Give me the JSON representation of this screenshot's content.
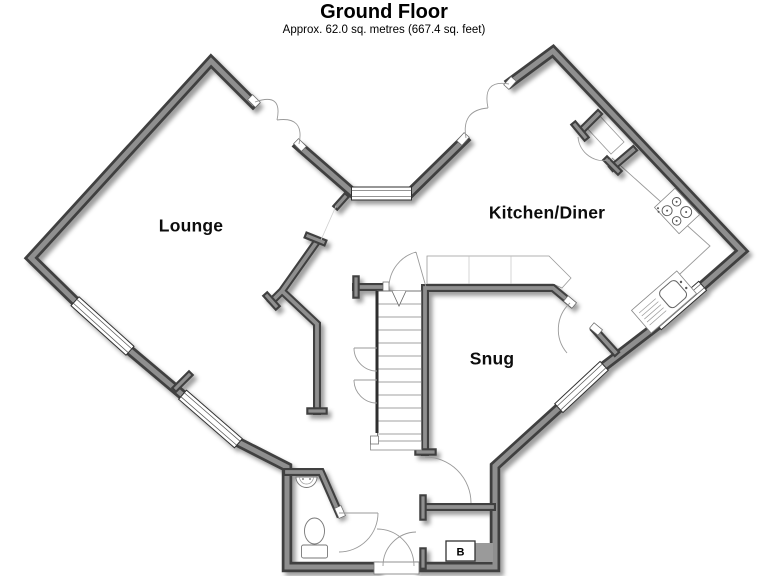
{
  "header": {
    "title": "Ground Floor",
    "subtitle": "Approx. 62.0 sq. metres (667.4 sq. feet)"
  },
  "rooms": [
    {
      "name": "Lounge"
    },
    {
      "name": "Kitchen/Diner"
    },
    {
      "name": "Snug"
    }
  ],
  "boiler": {
    "label": "B"
  },
  "colors": {
    "wall_edge": "#414141",
    "wall_core": "#8f8f8f",
    "door_arc": "#9a9a9a",
    "window_frame": "#2f2f2f",
    "boiler_block": "#9a9a9a",
    "label_text": "#0d0d0d"
  }
}
